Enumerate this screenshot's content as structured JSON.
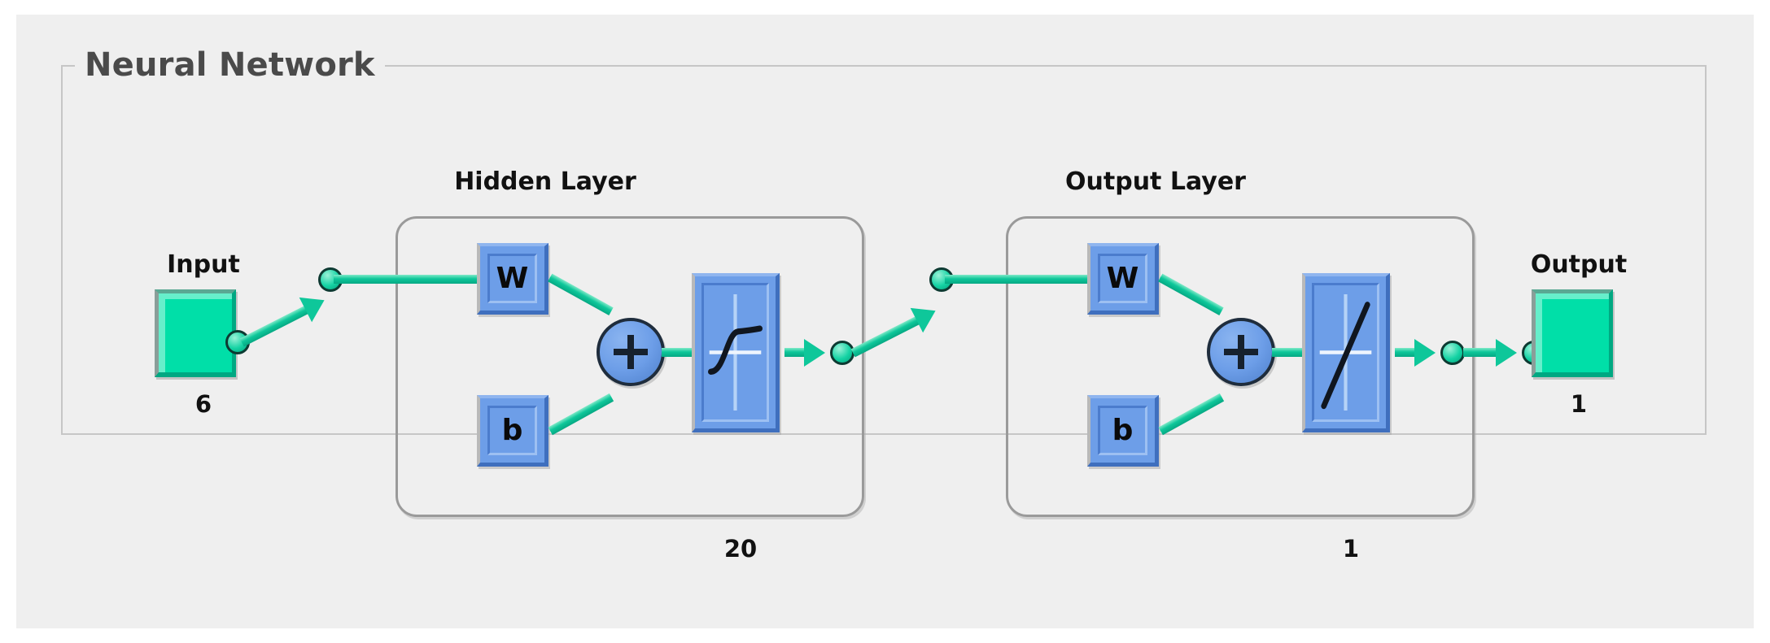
{
  "diagram": {
    "title": "Neural Network",
    "type": "matlab-neural-network-architecture"
  },
  "input": {
    "label": "Input",
    "size": "6",
    "icon": "green-io-block"
  },
  "hidden_layer": {
    "label": "Hidden Layer",
    "size": "20",
    "weight_label": "W",
    "bias_label": "b",
    "sum_label": "+",
    "transfer_function": "tansig-sigmoid-curve"
  },
  "output_layer": {
    "label": "Output Layer",
    "size": "1",
    "weight_label": "W",
    "bias_label": "b",
    "sum_label": "+",
    "transfer_function": "purelin-linear-line"
  },
  "output": {
    "label": "Output",
    "size": "1",
    "icon": "green-io-block"
  },
  "colors": {
    "panel_background": "#efefef",
    "group_border": "#c6c6c6",
    "io_block": "#00dfa8",
    "io_block_highlight": "#66efcb",
    "io_block_shadow": "#00a882",
    "layer_block": "#6d9ee8",
    "layer_block_edge": "#3f6fbe",
    "connector": "#0ec79a",
    "node_outline": "#0d3a32",
    "text": "#111111",
    "title_text": "#4a4a4a"
  }
}
